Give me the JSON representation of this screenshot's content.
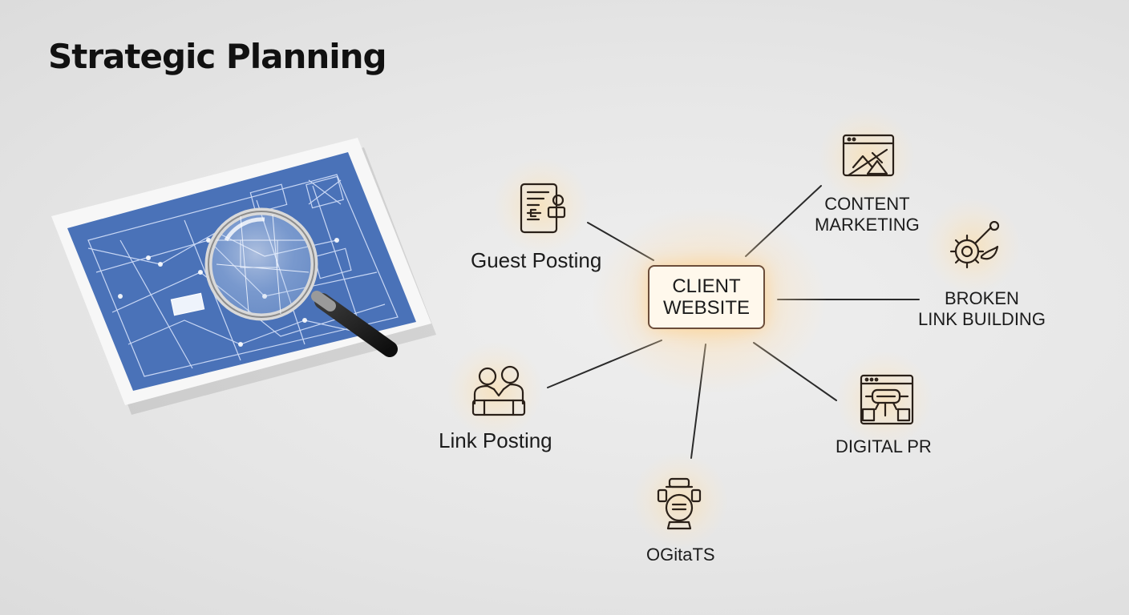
{
  "title": "Strategic Planning",
  "colors": {
    "blueprint": "#4a72b8",
    "line": "#2a2a2a",
    "hub_border": "#6b4d3a",
    "glow": "#ffd89a"
  },
  "illustration": {
    "name": "blueprint-with-magnifying-glass"
  },
  "hub": {
    "line1": "CLIENT",
    "line2": "WEBSITE"
  },
  "nodes": {
    "guest_posting": {
      "label": "Guest Posting",
      "icon": "document-flow-icon"
    },
    "content_marketing": {
      "line1": "CONTENT",
      "line2": "MARKETING",
      "icon": "browser-tools-icon"
    },
    "broken_link_building": {
      "line1": "BROKEN",
      "line2": "LINK BUILDING",
      "icon": "gear-wrench-icon"
    },
    "link_posting": {
      "label": "Link Posting",
      "icon": "people-collaboration-icon"
    },
    "digital_pr": {
      "label": "DIGITAL PR",
      "icon": "browser-network-icon"
    },
    "ogitats": {
      "label": "OGitaTS",
      "icon": "robot-head-icon"
    }
  }
}
